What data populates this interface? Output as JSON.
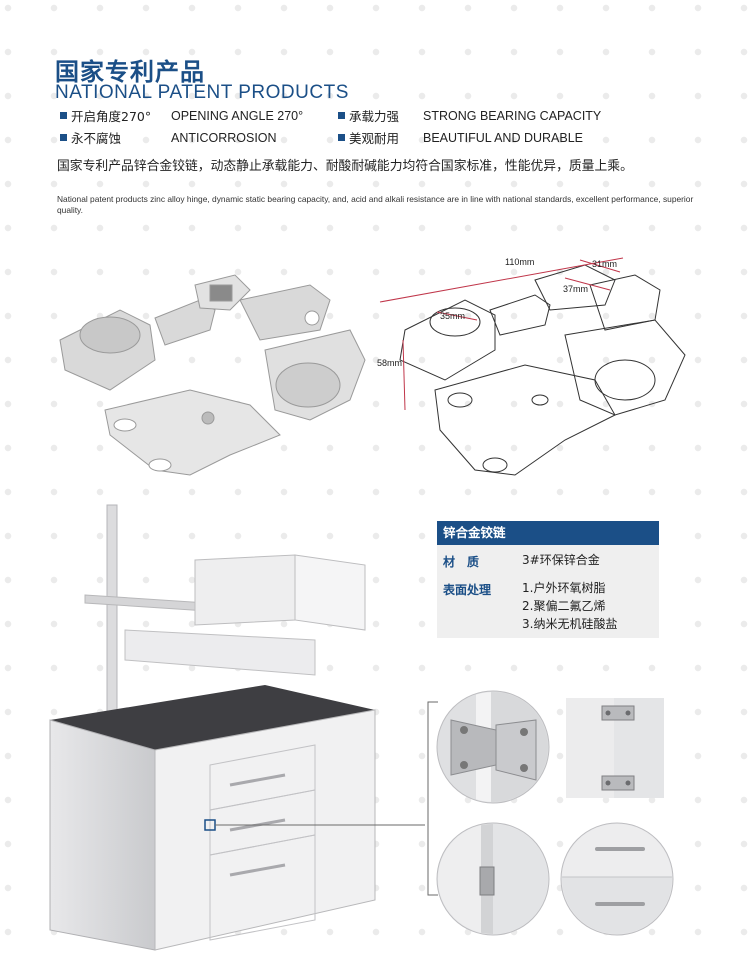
{
  "heading": {
    "cn": "国家专利产品",
    "en": "NATIONAL PATENT PRODUCTS"
  },
  "features": [
    {
      "cn": "开启角度270°",
      "en": "OPENING ANGLE 270°"
    },
    {
      "cn": "承载力强",
      "en": "STRONG BEARING CAPACITY"
    },
    {
      "cn": "永不腐蚀",
      "en": "ANTICORROSION"
    },
    {
      "cn": "美观耐用",
      "en": "BEAUTIFUL AND DURABLE"
    }
  ],
  "description": {
    "cn": "国家专利产品锌合金铰链，动态静止承载能力、耐酸耐碱能力均符合国家标准，性能优异，质量上乘。",
    "en": "National patent products zinc alloy hinge, dynamic static bearing capacity, and, acid and alkali resistance are in line with national standards, excellent performance, superior quality."
  },
  "dimensions": {
    "length": "110mm",
    "width_right": "31mm",
    "inner": "37mm",
    "left": "35mm",
    "height": "58mm"
  },
  "spec": {
    "title": "锌合金铰链",
    "material_label": "材　质",
    "material_value": "3#环保锌合金",
    "surface_label": "表面处理",
    "surface_items": [
      "1.户外环氧树脂",
      "2.聚偏二氟乙烯",
      "3.纳米无机硅酸盐"
    ]
  },
  "colors": {
    "brand": "#1b4f87",
    "dimension_line": "#c0364a"
  }
}
